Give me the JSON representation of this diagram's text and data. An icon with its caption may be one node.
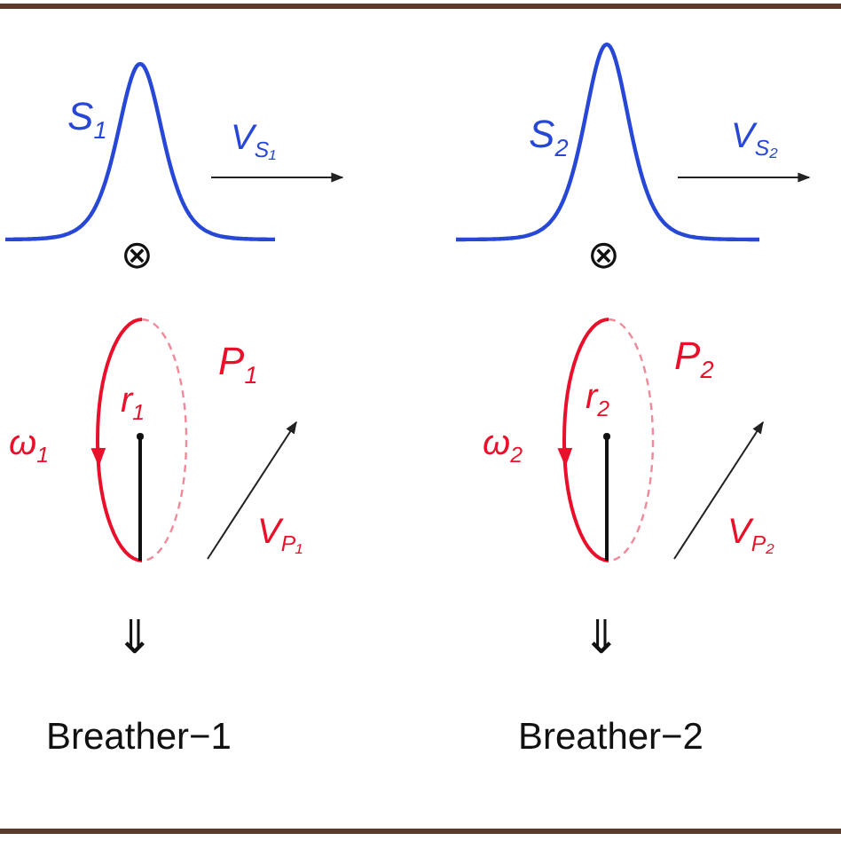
{
  "diagram": {
    "labels": [
      "S$_{1}$",
      "V$_{S₁}$",
      "S$_{2}$",
      "V$_{S₂}$",
      "⊗",
      "⊗",
      "P$_{1}$",
      "P$_{2}$",
      "r$_{1}$",
      "r$_{2}$",
      "ω$_{1}$",
      "ω$_{2}$",
      "V$_{P₁}$",
      "V$_{P₂}$",
      "⇓",
      "⇓",
      "Breather−1",
      "Breather−2"
    ]
  }
}
